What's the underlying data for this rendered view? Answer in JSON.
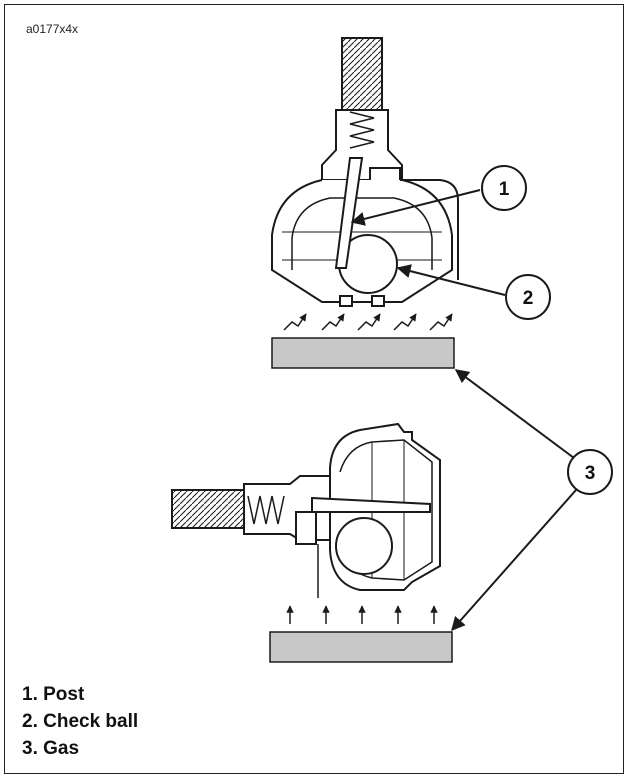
{
  "figure": {
    "reference_code": "a0177x4x",
    "callouts": [
      {
        "number": "1",
        "label": "Post"
      },
      {
        "number": "2",
        "label": "Check ball"
      },
      {
        "number": "3",
        "label": "Gas"
      }
    ],
    "legend": [
      "1. Post",
      "2. Check ball",
      "3. Gas"
    ]
  },
  "colors": {
    "line": "#1a1a1a",
    "gas_block": "#c8c8c8",
    "body_fill": "#ffffff"
  }
}
